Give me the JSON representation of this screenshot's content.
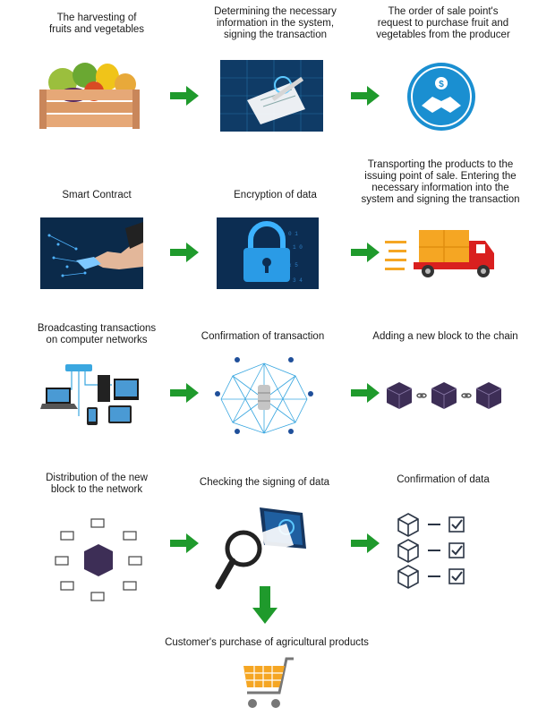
{
  "steps": {
    "harvest": "The harvesting of\nfruits and vegetables",
    "determine": "Determining the necessary\ninformation in the system,\nsigning the transaction",
    "order": "The order of sale point's\nrequest to purchase fruit and\nvegetables from the producer",
    "smart_contract": "Smart Contract",
    "encryption": "Encryption of data",
    "transport": "Transporting the products to the\nissuing point of sale. Entering the\nnecessary information into the\nsystem and signing the transaction",
    "broadcast": "Broadcasting transactions\non computer networks",
    "confirm_tx": "Confirmation of transaction",
    "add_block": "Adding a new block to the chain",
    "distribute": "Distribution of the new\nblock to the network",
    "check_sign": "Checking the signing of data",
    "confirm_data": "Confirmation of data",
    "purchase": "Customer's purchase of agricultural products"
  },
  "colors": {
    "arrow": "#1f9a2c",
    "block": "#3d2e56",
    "blue": "#1a8fd1",
    "truck_red": "#d9201f",
    "truck_box": "#f5a623",
    "cart": "#f5a623"
  },
  "icons": {
    "handshake_coin": "handshake-coin-icon",
    "lock": "padlock-icon",
    "truck": "truck-icon",
    "block": "cube-icon",
    "checkbox": "checkbox-icon",
    "cart": "shopping-cart-icon",
    "magnifier": "magnifier-icon"
  }
}
